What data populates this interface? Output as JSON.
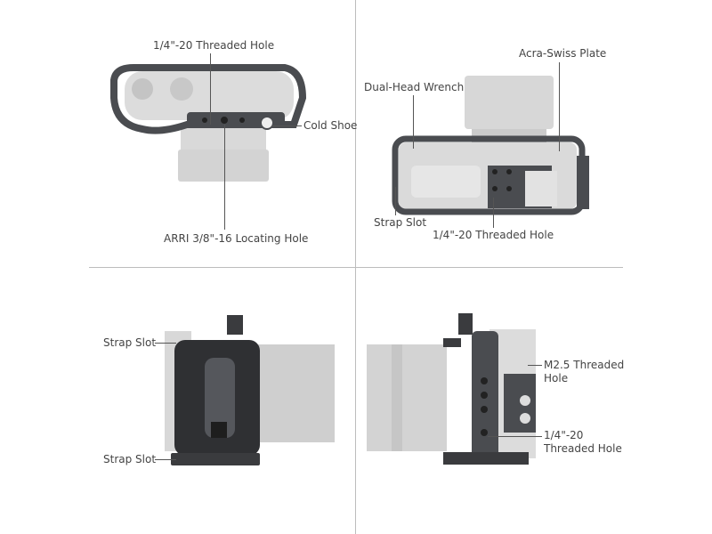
{
  "callouts": {
    "top_left": {
      "threaded_hole": "1/4\"-20 Threaded Hole",
      "cold_shoe": "Cold Shoe",
      "arri_hole": "ARRI 3/8\"-16 Locating Hole"
    },
    "top_right": {
      "acra_swiss": "Acra-Swiss Plate",
      "wrench": "Dual-Head Wrench",
      "strap_slot": "Strap Slot",
      "threaded_hole": "1/4\"-20 Threaded Hole"
    },
    "bottom_left": {
      "strap_slot_top": "Strap Slot",
      "strap_slot_bottom": "Strap Slot"
    },
    "bottom_right": {
      "m25_line1": "M2.5 Threaded",
      "m25_line2": "Hole",
      "threaded_line1": "1/4\"-20",
      "threaded_line2": "Threaded Hole"
    }
  },
  "colors": {
    "cage": "#4a4c50",
    "camera": "#d6d6d6",
    "lens": "#cfcfcf",
    "text": "#444444"
  }
}
